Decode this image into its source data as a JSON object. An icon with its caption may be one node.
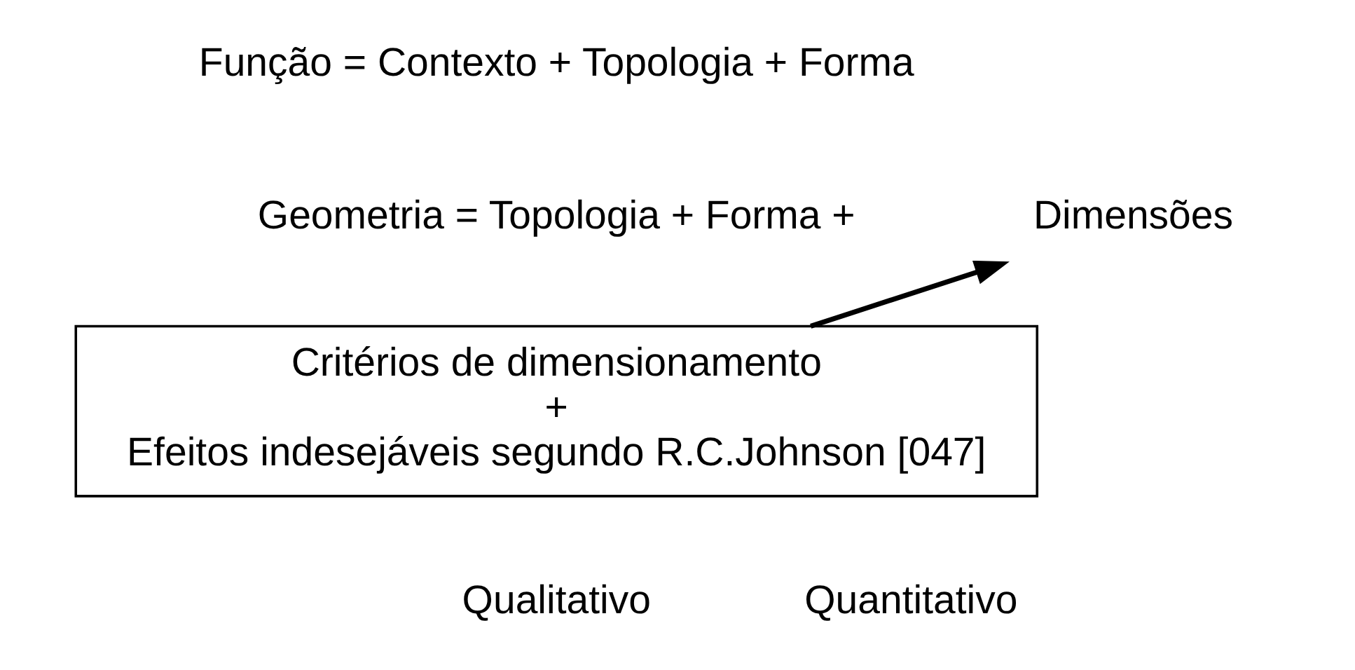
{
  "diagram": {
    "nodes": [
      {
        "text": [
          "Critérios de dimensionamento",
          "+",
          "Efeitos indesejáveis segundo R.C.Johnson [047]"
        ]
      },
      {
        "text": [
          "Dimensões"
        ]
      }
    ],
    "edges": [
      {
        "from": 0,
        "to": 1,
        "arrow": "to"
      }
    ],
    "labels": [
      "Função = Contexto + Topologia + Forma",
      "Geometria = Topologia + Forma +",
      "Qualitativo",
      "Quantitativo"
    ]
  }
}
